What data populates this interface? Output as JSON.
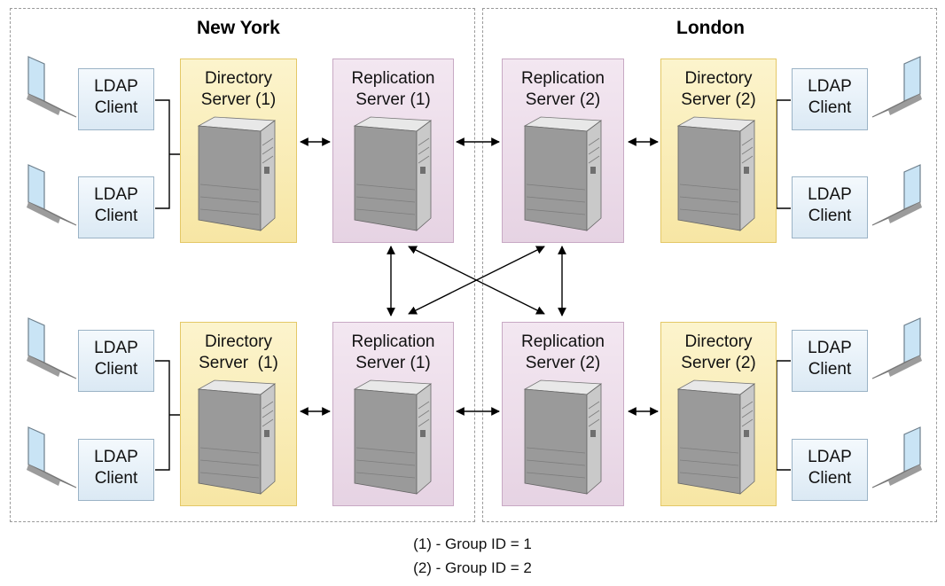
{
  "regions": {
    "left": {
      "title": "New York"
    },
    "right": {
      "title": "London"
    }
  },
  "nodes": {
    "ds_tl": {
      "line1": "Directory",
      "line2": "Server (1)"
    },
    "rs_tl": {
      "line1": "Replication",
      "line2": "Server (1)"
    },
    "rs_tr": {
      "line1": "Replication",
      "line2": "Server (2)"
    },
    "ds_tr": {
      "line1": "Directory",
      "line2": "Server (2)"
    },
    "ds_bl": {
      "line1": "Directory",
      "line2": "Server  (1)"
    },
    "rs_bl": {
      "line1": "Replication",
      "line2": "Server (1)"
    },
    "rs_br": {
      "line1": "Replication",
      "line2": "Server (2)"
    },
    "ds_br": {
      "line1": "Directory",
      "line2": "Server (2)"
    }
  },
  "clients": {
    "line1": "LDAP",
    "line2": "Client"
  },
  "legend": [
    "(1) - Group ID = 1",
    "(2) - Group ID = 2"
  ],
  "colors": {
    "directory_server": "#f7e6a4",
    "replication_server": "#e6d3e3",
    "client": "#dbe9f4",
    "connector": "#000000",
    "region_border": "#9a9a9a"
  }
}
